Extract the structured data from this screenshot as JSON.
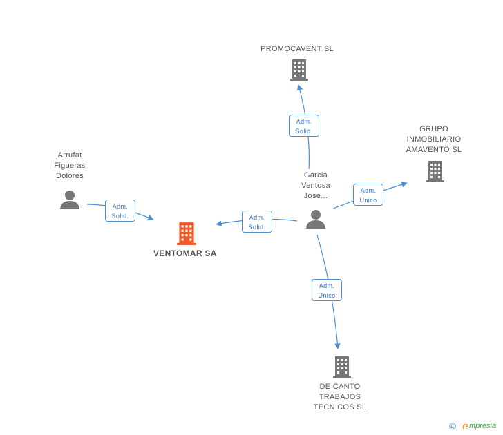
{
  "nodes": {
    "ventomar": {
      "label": "VENTOMAR SA",
      "color": "#f05a28"
    },
    "promocavent": {
      "lines": [
        "PROMOCAVENT SL"
      ]
    },
    "grupo": {
      "lines": [
        "GRUPO",
        "INMOBILIARIO",
        "AMAVENTO SL"
      ]
    },
    "decanto": {
      "lines": [
        "DE CANTO",
        "TRABAJOS",
        "TECNICOS SL"
      ]
    },
    "arrufat": {
      "lines": [
        "Arrufat",
        "Figueras",
        "Dolores"
      ]
    },
    "garcia": {
      "lines": [
        "Garcia",
        "Ventosa",
        "Jose..."
      ]
    }
  },
  "edges": [
    {
      "id": "arrufat-ventomar",
      "lines": [
        "Adm.",
        "Solid."
      ]
    },
    {
      "id": "garcia-ventomar",
      "lines": [
        "Adm.",
        "Solid."
      ]
    },
    {
      "id": "garcia-promocavent",
      "lines": [
        "Adm.",
        "Solid."
      ]
    },
    {
      "id": "garcia-grupo",
      "lines": [
        "Adm.",
        "Unico"
      ]
    },
    {
      "id": "garcia-decanto",
      "lines": [
        "Adm.",
        "Unico"
      ]
    }
  ],
  "colors": {
    "company": "#777777",
    "person": "#777777",
    "edge": "#4a8fd6"
  },
  "footer": {
    "copyright": "©",
    "brand_e": "e",
    "brand_rest": "mpresia"
  }
}
